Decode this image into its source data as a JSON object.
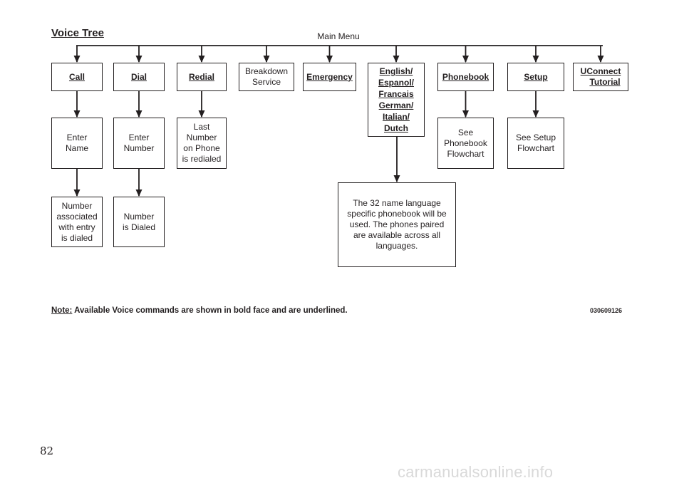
{
  "title": "Voice Tree",
  "main_menu_label": "Main Menu",
  "menu_items": [
    {
      "id": "call",
      "lines": [
        "Call"
      ],
      "bold": true
    },
    {
      "id": "dial",
      "lines": [
        "Dial"
      ],
      "bold": true
    },
    {
      "id": "redial",
      "lines": [
        "Redial"
      ],
      "bold": true
    },
    {
      "id": "breakdown",
      "lines": [
        "Breakdown",
        "Service"
      ],
      "bold": false
    },
    {
      "id": "emergency",
      "lines": [
        "Emergency"
      ],
      "bold": true
    },
    {
      "id": "language",
      "lines": [
        "English/",
        "Espanol/",
        "Francais",
        "German/",
        "Italian/",
        "Dutch"
      ],
      "bold": true
    },
    {
      "id": "phonebook",
      "lines": [
        "Phonebook"
      ],
      "bold": true
    },
    {
      "id": "setup",
      "lines": [
        "Setup"
      ],
      "bold": true
    },
    {
      "id": "uconnect",
      "lines": [
        "UConnect",
        "Tutorial"
      ],
      "bold": true
    }
  ],
  "sub_items": [
    {
      "id": "enter-name",
      "parent": "call",
      "lines": [
        "Enter",
        "Name"
      ]
    },
    {
      "id": "number-associated",
      "parent": "enter-name",
      "lines": [
        "Number",
        "associated",
        "with entry",
        "is dialed"
      ]
    },
    {
      "id": "enter-number",
      "parent": "dial",
      "lines": [
        "Enter",
        "Number"
      ]
    },
    {
      "id": "number-dialed",
      "parent": "enter-number",
      "lines": [
        "Number",
        "is Dialed"
      ]
    },
    {
      "id": "last-number",
      "parent": "redial",
      "lines": [
        "Last",
        "Number",
        "on Phone",
        "is redialed"
      ]
    },
    {
      "id": "language-note",
      "parent": "language",
      "lines": [
        "The 32 name language",
        "specific phonebook will be",
        "used. The phones paired",
        "are available across all",
        "languages."
      ]
    },
    {
      "id": "phonebook-flowchart",
      "parent": "phonebook",
      "lines": [
        "See",
        "Phonebook",
        "Flowchart"
      ]
    },
    {
      "id": "setup-flowchart",
      "parent": "setup",
      "lines": [
        "See Setup",
        "Flowchart"
      ]
    }
  ],
  "note": {
    "label": "Note:",
    "text": " Available Voice commands are shown in bold face and are underlined."
  },
  "figure_id": "030609126",
  "page_number": "82",
  "watermark": "carmanualsonline.info",
  "colors": {
    "line": "#231f20",
    "background": "#ffffff",
    "watermark": "#d9d9d9"
  }
}
